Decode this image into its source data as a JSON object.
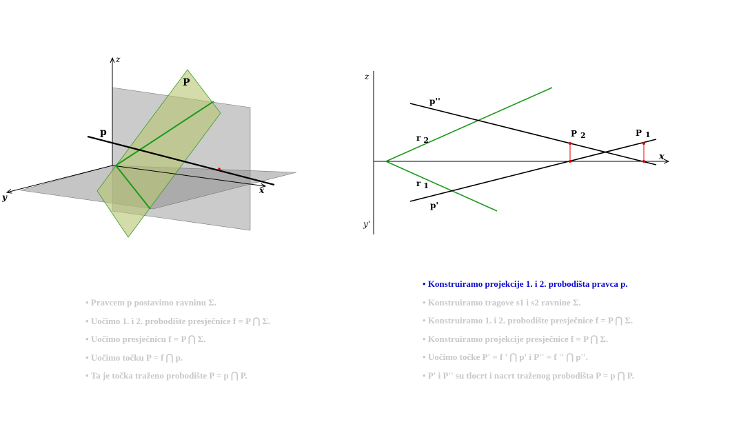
{
  "scene3d": {
    "axis_z": "z",
    "axis_x": "x",
    "axis_y": "y",
    "plane_label": "P",
    "line_label": "p"
  },
  "projections": {
    "axis_z": "z",
    "axis_x": "x",
    "axis_y": "y'",
    "p_double": "p''",
    "p_single": "p'",
    "r2_base": "r",
    "r2_sub": "2",
    "r1_base": "r",
    "r1_sub": "1",
    "P2_base": "P",
    "P2_sub": "2",
    "P1_base": "P",
    "P1_sub": "1"
  },
  "steps_left": [
    "Pravcem p postavimo ravninu Σ.",
    "Uočimo 1. i 2. probodište presječnice f = P ⋂ Σ.",
    "Uočimo presječnicu f = P ⋂ Σ.",
    "Uočimo točku P = f ⋂ p.",
    "Ta je točka traženo probodište P = p ⋂ P."
  ],
  "steps_right": [
    "Konstruiramo projekcije 1. i 2. probodišta pravca p.",
    "Konstruiramo tragove s1 i s2 ravnine Σ.",
    "Konstruiramo 1. i 2. probodište presječnice f = P ⋂ Σ.",
    "Konstruiramo projekcije presječnice f = P ⋂ Σ.",
    "Uočimo točke P' = f ' ⋂ p' i P'' = f '' ⋂ p''.",
    "P' i P'' su tlocrt i nacrt traženog probodišta P = p ⋂ P."
  ],
  "active_right_index": 0,
  "colors": {
    "green_line": "#1a9a1a",
    "plane_green": "#bcc97a",
    "plane_gray": "#8c8c8c",
    "point_red": "#e00000",
    "step_active": "#0a0acf",
    "step_inactive": "#c8c8c8"
  }
}
